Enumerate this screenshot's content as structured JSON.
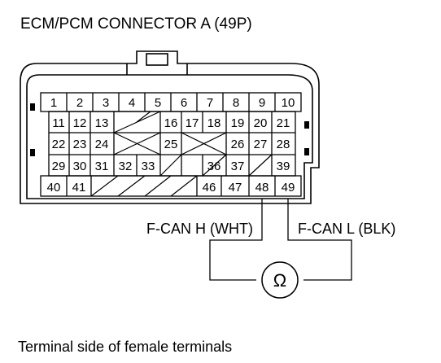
{
  "title": "ECM/PCM CONNECTOR A (49P)",
  "pins": {
    "p1": "1",
    "p2": "2",
    "p3": "3",
    "p4": "4",
    "p5": "5",
    "p6": "6",
    "p7": "7",
    "p8": "8",
    "p9": "9",
    "p10": "10",
    "p11": "11",
    "p12": "12",
    "p13": "13",
    "p16": "16",
    "p17": "17",
    "p18": "18",
    "p19": "19",
    "p20": "20",
    "p21": "21",
    "p22": "22",
    "p23": "23",
    "p24": "24",
    "p25": "25",
    "p26": "26",
    "p27": "27",
    "p28": "28",
    "p29": "29",
    "p30": "30",
    "p31": "31",
    "p32": "32",
    "p33": "33",
    "p36": "36",
    "p37": "37",
    "p39": "39",
    "p40": "40",
    "p41": "41",
    "p46": "46",
    "p47": "47",
    "p48": "48",
    "p49": "49"
  },
  "probe_labels": {
    "left": "F-CAN H (WHT)",
    "right": "F-CAN L (BLK)"
  },
  "meter_symbol": "Ω",
  "caption": "Terminal side of female terminals",
  "icons": {
    "meter": "ohmmeter-icon"
  }
}
